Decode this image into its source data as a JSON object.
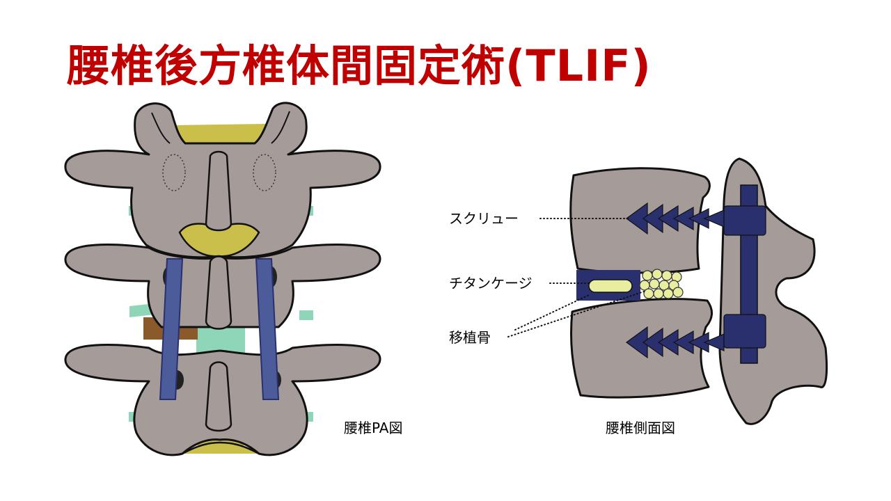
{
  "title": "腰椎後方椎体間固定術(TLIF)",
  "labels": {
    "pa_view": "腰椎PA図",
    "lateral_view": "腰椎側面図",
    "screw": "スクリュー",
    "cage": "チタンケージ",
    "graft": "移植骨"
  },
  "colors": {
    "title": "#c00000",
    "bone": "#a59c99",
    "disc": "#c9bf4a",
    "rod": "#4c5c9a",
    "screw": "#2a2f6e",
    "graft": "#e8eda0",
    "mint": "#8fd6b8",
    "brown": "#8b5a2b"
  }
}
